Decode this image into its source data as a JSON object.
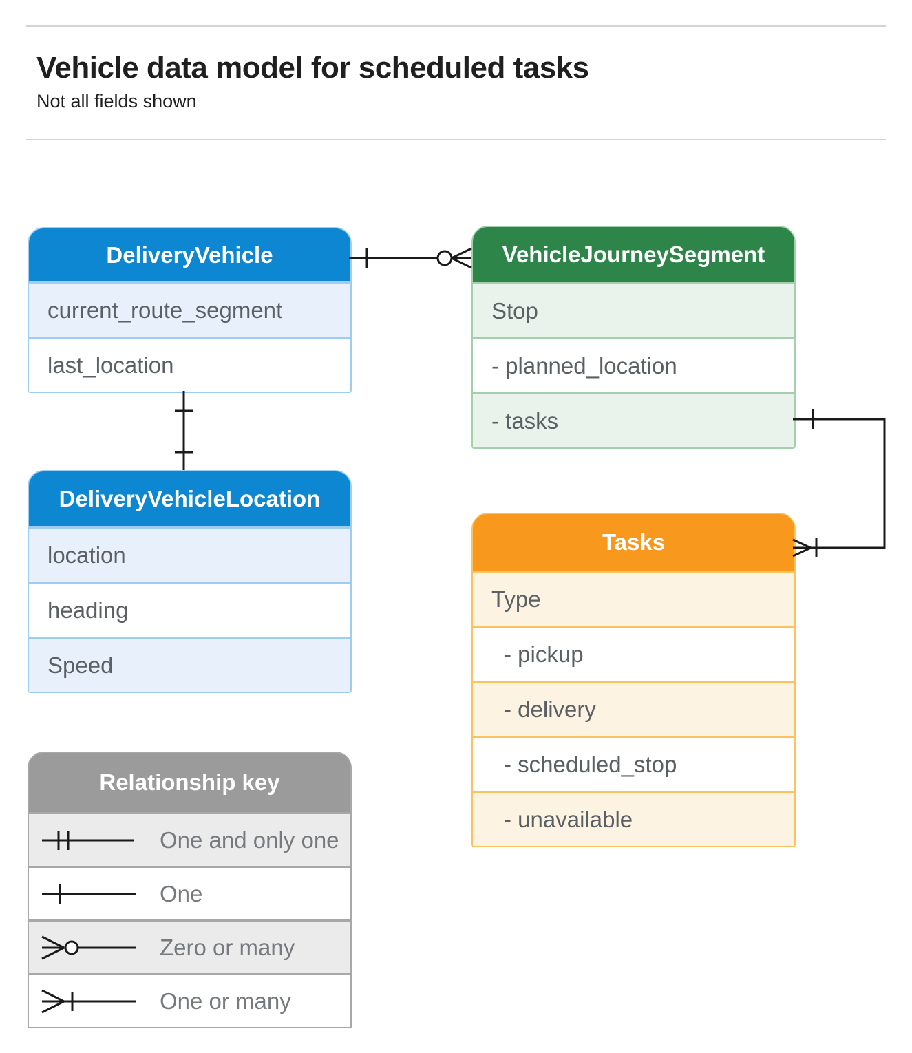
{
  "page": {
    "title": "Vehicle data model for scheduled tasks",
    "subtitle": "Not all fields shown"
  },
  "entities": {
    "delivery_vehicle": {
      "title": "DeliveryVehicle",
      "rows": [
        "current_route_segment",
        "last_location"
      ]
    },
    "vehicle_journey_segment": {
      "title": "VehicleJourneySegment",
      "rows": [
        "Stop",
        "- planned_location",
        "- tasks"
      ]
    },
    "delivery_vehicle_location": {
      "title": "DeliveryVehicleLocation",
      "rows": [
        "location",
        "heading",
        "Speed"
      ]
    },
    "tasks": {
      "title": "Tasks",
      "rows": [
        "Type",
        "- pickup",
        "- delivery",
        "- scheduled_stop",
        "- unavailable"
      ]
    }
  },
  "connectors": [
    {
      "from": "DeliveryVehicle",
      "to": "VehicleJourneySegment",
      "from_cardinality": "one",
      "to_cardinality": "zero-or-many"
    },
    {
      "from": "DeliveryVehicle",
      "to": "DeliveryVehicleLocation",
      "from_cardinality": "one",
      "to_cardinality": "one"
    },
    {
      "from": "VehicleJourneySegment.tasks",
      "to": "Tasks",
      "from_cardinality": "one",
      "to_cardinality": "one-or-many"
    }
  ],
  "legend": {
    "title": "Relationship key",
    "items": [
      {
        "symbol": "one-and-only-one",
        "label": "One and only one"
      },
      {
        "symbol": "one",
        "label": "One"
      },
      {
        "symbol": "zero-or-many",
        "label": "Zero or many"
      },
      {
        "symbol": "one-or-many",
        "label": "One or many"
      }
    ]
  },
  "colors": {
    "blue_header": "#0d87d1",
    "blue_row": "#e8f1fb",
    "blue_border": "#9ecdf2",
    "green_header": "#2e8549",
    "green_row": "#e9f3ec",
    "green_border": "#a3d1ae",
    "orange_header": "#f8981d",
    "orange_row": "#fdf3e2",
    "orange_border": "#fbc25f",
    "gray_header": "#9b9b9b",
    "gray_row": "#ebebeb",
    "gray_border": "#a8a8a8",
    "line": "#1a1a1a",
    "row_text": "#5b6064",
    "legend_text": "#767a7d"
  }
}
